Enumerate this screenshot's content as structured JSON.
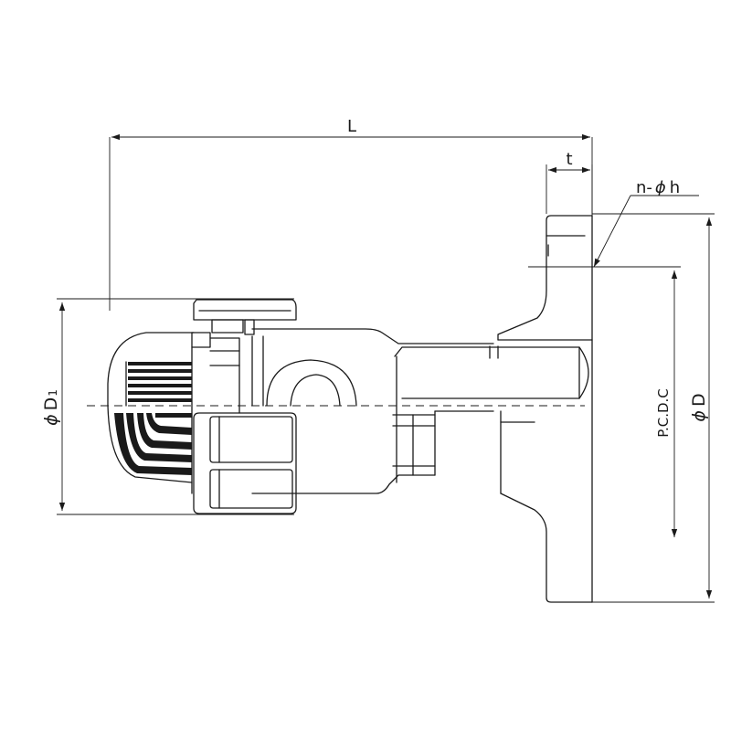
{
  "dimensions": {
    "length": "L",
    "thickness": "t",
    "bolt_holes_prefix": "n-",
    "phi": "ϕ",
    "bolt_hole_var": "h",
    "pcd": "P.C.D.C",
    "outer_diameter_var": "D",
    "pipe_diameter_var": "D",
    "pipe_diameter_sub": "1"
  }
}
